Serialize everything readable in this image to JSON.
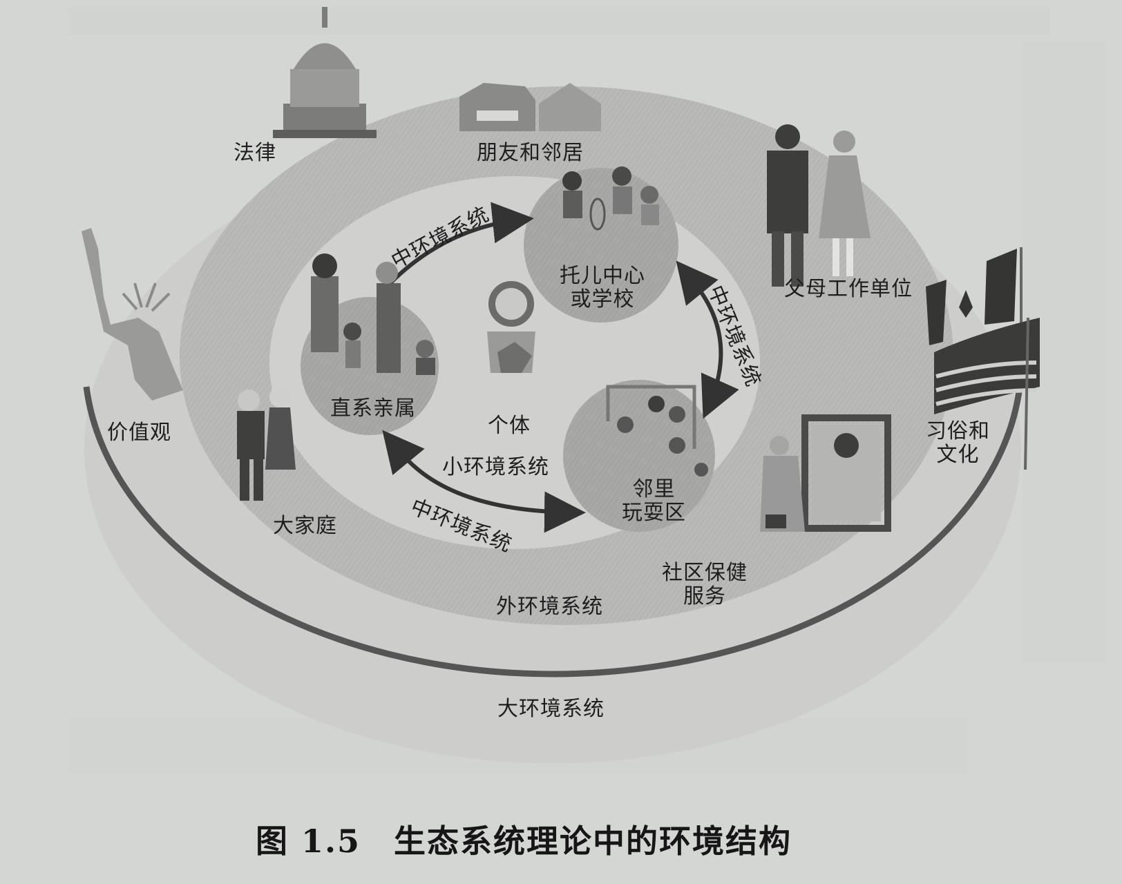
{
  "figure": {
    "caption_prefix": "图 1.5",
    "caption_title": "生态系统理论中的环境结构"
  },
  "colors": {
    "paper": "#d4d6d4",
    "macro_ring": "#c9cac8",
    "exo_ring": "#b9bab8",
    "micro_area": "#d0d1cf",
    "setting_circle": "#a8a9a7",
    "arc_stroke": "#3a3a3a",
    "text": "#1e1e1e"
  },
  "center": {
    "label": "个体",
    "icon": "child-icon"
  },
  "microsystem": {
    "label": "小环境系统",
    "settings": [
      {
        "label_line1": "直系亲属",
        "label_line2": "",
        "icon": "family-icon"
      },
      {
        "label_line1": "托儿中心",
        "label_line2": "或学校",
        "icon": "children-icon"
      },
      {
        "label_line1": "邻里",
        "label_line2": "玩耍区",
        "icon": "playground-icon"
      }
    ]
  },
  "mesosystem": {
    "arrows": [
      {
        "label": "中环境系统",
        "from": "直系亲属",
        "to": "托儿中心或学校"
      },
      {
        "label": "中环境系统",
        "from": "托儿中心或学校",
        "to": "邻里玩耍区"
      },
      {
        "label": "中环境系统",
        "from": "直系亲属",
        "to": "邻里玩耍区"
      }
    ]
  },
  "exosystem": {
    "label": "外环境系统",
    "items": [
      {
        "label": "朋友和邻居",
        "icon": "houses-icon"
      },
      {
        "label": "父母工作单位",
        "icon": "parents-icon"
      },
      {
        "label_line1": "社区保健",
        "label_line2": "服务",
        "icon": "clinic-icon"
      },
      {
        "label": "大家庭",
        "icon": "grandparents-icon"
      }
    ]
  },
  "macrosystem": {
    "label": "大环境系统",
    "items": [
      {
        "label": "法律",
        "icon": "capitol-building-icon"
      },
      {
        "label": "价值观",
        "icon": "statue-of-liberty-icon"
      },
      {
        "label_line1": "习俗和",
        "label_line2": "文化",
        "icon": "flags-icon"
      }
    ]
  }
}
